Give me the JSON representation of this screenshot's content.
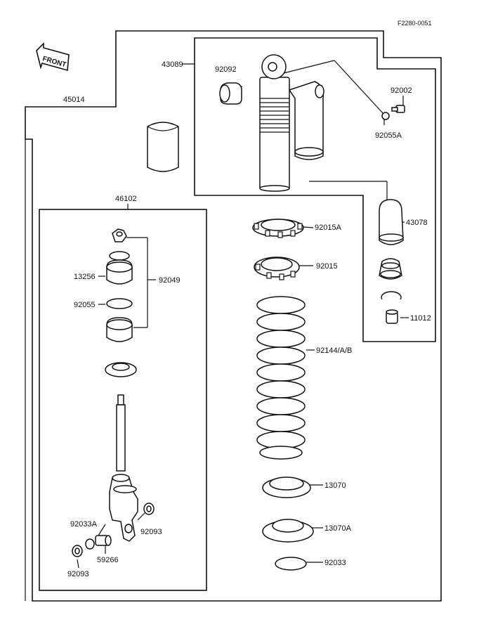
{
  "figure_code": "F2280-0051",
  "front_label": "FRONT",
  "labels": {
    "p45014": "45014",
    "p43089": "43089",
    "p92092": "92092",
    "p92002": "92002",
    "p92055A": "92055A",
    "p46102": "46102",
    "p43078": "43078",
    "p92015A": "92015A",
    "p92015": "92015",
    "p13256": "13256",
    "p92049": "92049",
    "p92055": "92055",
    "p11012": "11012",
    "p92144": "92144/A/B",
    "p13070": "13070",
    "p13070A": "13070A",
    "p92033A": "92033A",
    "p92093a": "92093",
    "p59266": "59266",
    "p92093b": "92093",
    "p92033": "92033"
  }
}
